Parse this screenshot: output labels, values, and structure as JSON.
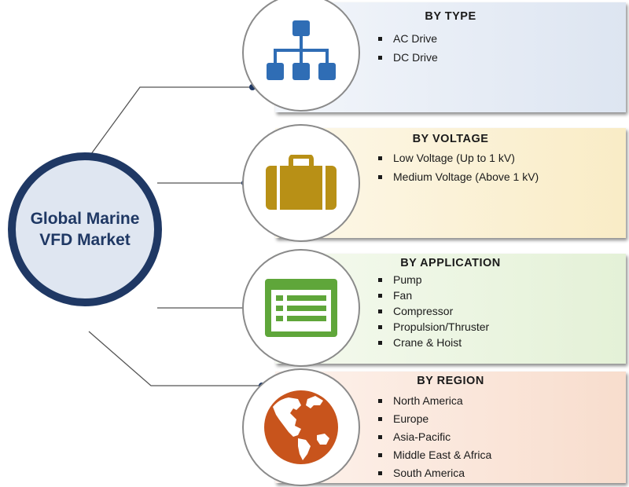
{
  "hub": {
    "title": "Global Marine\nVFD Market",
    "color": "#1f3864"
  },
  "segments": [
    {
      "title": "BY TYPE",
      "icon": "hierarchy-icon",
      "icon_color": "#2f6db5",
      "items": [
        "AC Drive",
        "DC Drive"
      ]
    },
    {
      "title": "BY VOLTAGE",
      "icon": "briefcase-icon",
      "icon_color": "#b89016",
      "items": [
        "Low Voltage (Up to 1 kV)",
        "Medium Voltage (Above 1 kV)"
      ]
    },
    {
      "title": "BY APPLICATION",
      "icon": "list-window-icon",
      "icon_color": "#5fa63a",
      "items": [
        "Pump",
        "Fan",
        "Compressor",
        "Propulsion/Thruster",
        "Crane & Hoist"
      ]
    },
    {
      "title": "BY REGION",
      "icon": "globe-icon",
      "icon_color": "#c8541c",
      "items": [
        "North America",
        "Europe",
        "Asia-Pacific",
        "Middle East & Africa",
        "South America"
      ]
    }
  ]
}
